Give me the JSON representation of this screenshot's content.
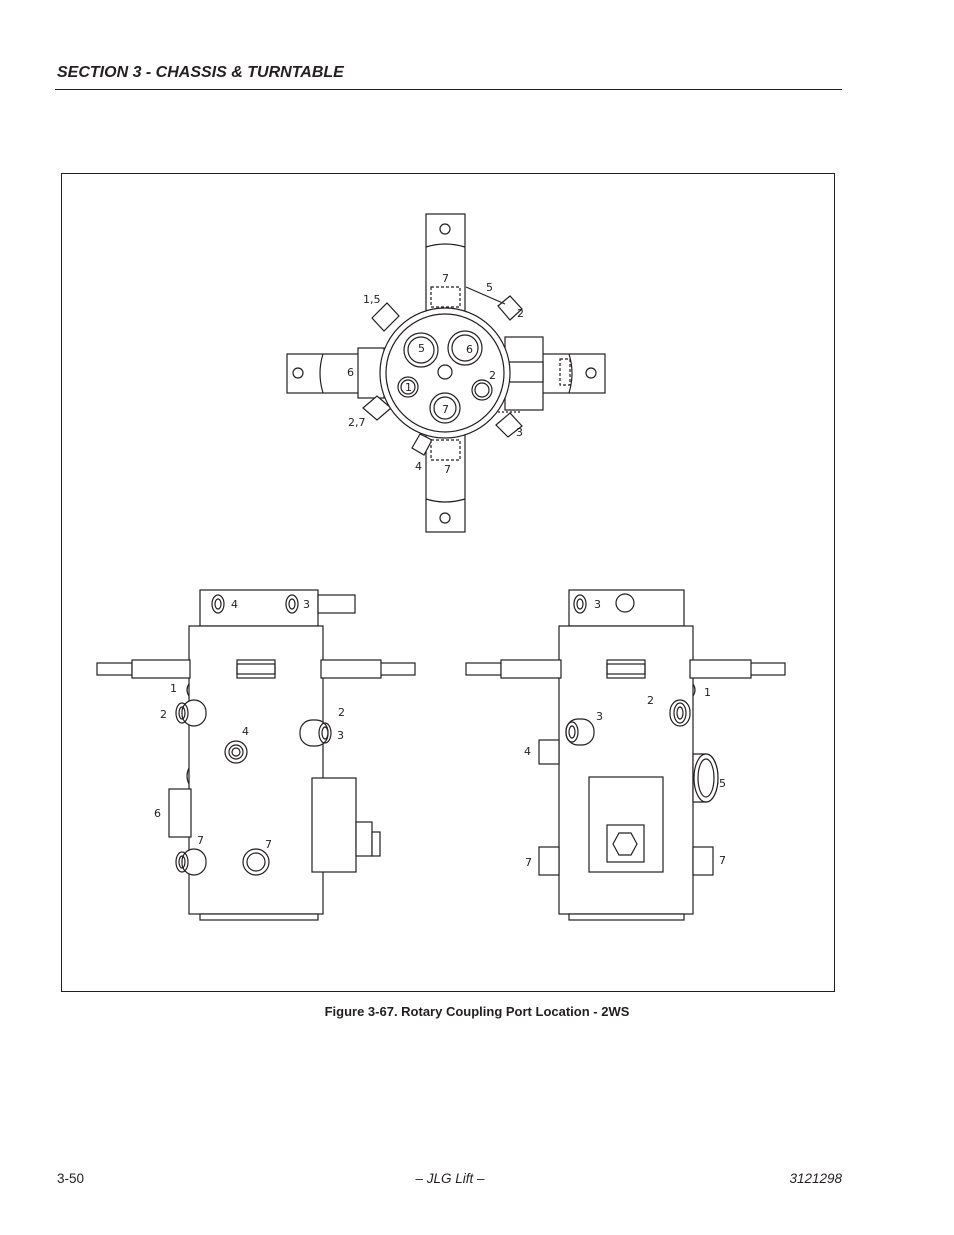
{
  "header": {
    "section_title": "SECTION 3 - CHASSIS & TURNTABLE"
  },
  "figure": {
    "caption": "Figure 3-67.  Rotary Coupling Port Location - 2WS",
    "top_view_labels": [
      "7",
      "5",
      "1,5",
      "2",
      "6",
      "5",
      "6",
      "2",
      "1",
      "7",
      "2,7",
      "3",
      "4",
      "7"
    ],
    "left_view_labels": [
      "4",
      "3",
      "1",
      "2",
      "4",
      "2",
      "3",
      "6",
      "7",
      "7"
    ],
    "right_view_labels": [
      "3",
      "1",
      "2",
      "3",
      "4",
      "5",
      "7",
      "7"
    ]
  },
  "footer": {
    "page_number": "3-50",
    "center_text": "– JLG Lift –",
    "doc_number": "3121298"
  }
}
